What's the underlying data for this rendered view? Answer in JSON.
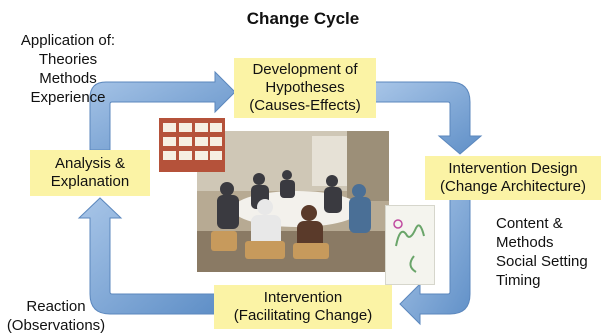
{
  "title": "Change Cycle",
  "application": {
    "heading": "Application of:",
    "items": [
      "Theories",
      "Methods",
      "Experience"
    ]
  },
  "boxes": {
    "hypotheses": [
      "Development of",
      "Hypotheses",
      "(Causes-Effects)"
    ],
    "design": [
      "Intervention Design",
      "(Change Architecture)"
    ],
    "intervention": [
      "Intervention",
      "(Facilitating Change)"
    ],
    "analysis": [
      "Analysis &",
      "Explanation"
    ]
  },
  "content": [
    "Content &",
    "Methods",
    "Social Setting",
    "Timing"
  ],
  "reaction": [
    "Reaction",
    "(Observations)"
  ],
  "colors": {
    "box_fill": "#fbf3a5",
    "arrow": "#7ea7d3",
    "arrow_edge": "#5b87bd"
  }
}
